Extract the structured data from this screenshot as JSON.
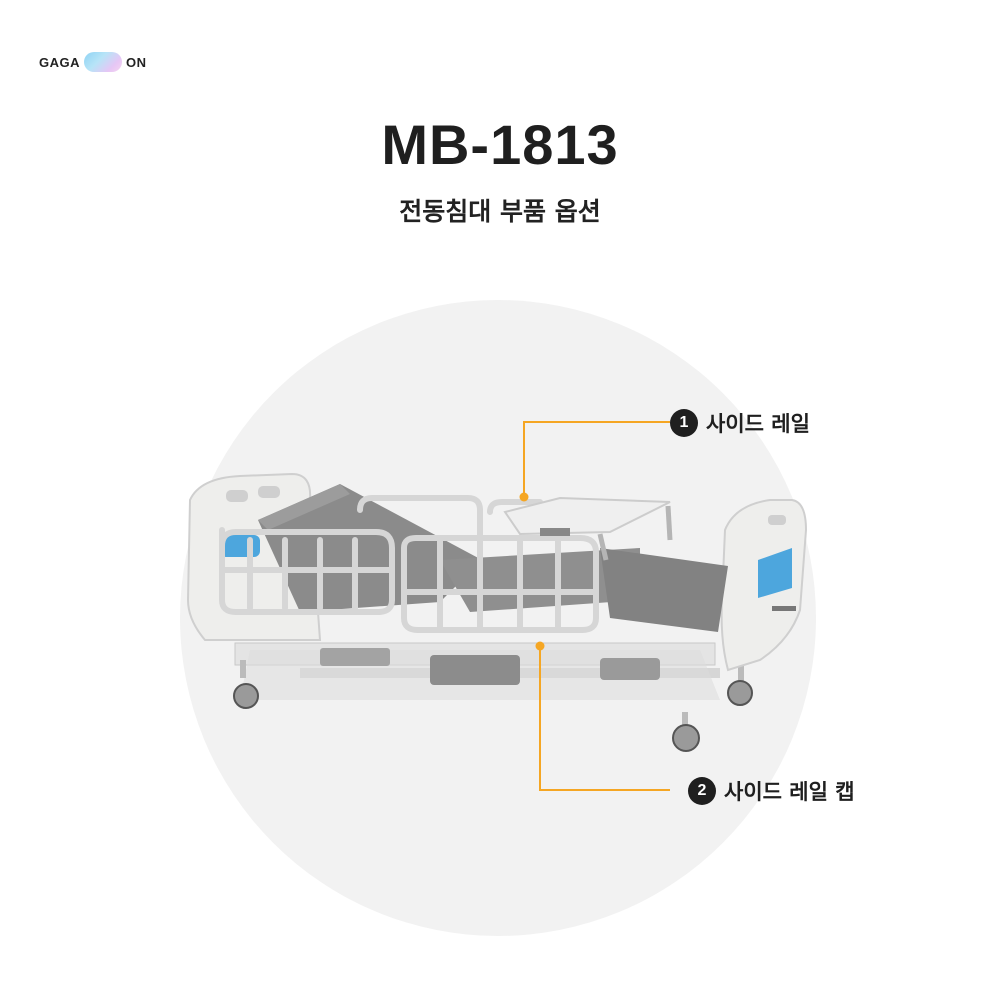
{
  "brand": {
    "left": "GAGA",
    "right": "ON"
  },
  "header": {
    "title": "MB-1813",
    "subtitle": "전동침대 부품 옵션"
  },
  "callouts": [
    {
      "number": "1",
      "label": "사이드 레일"
    },
    {
      "number": "2",
      "label": "사이드 레일 캡"
    }
  ],
  "colors": {
    "leader_line": "#f5a623",
    "background_circle": "#f2f2f2",
    "text": "#1f1f1f"
  }
}
